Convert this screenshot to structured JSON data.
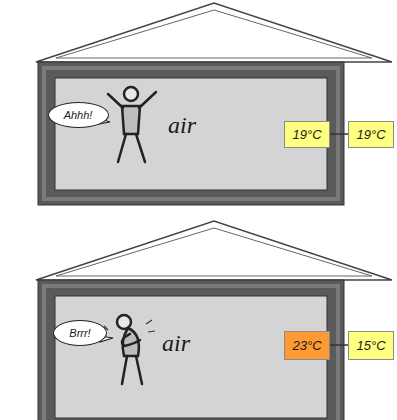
{
  "diagram": {
    "nodes": [
      {
        "text": [
          "Ahhh!"
        ]
      },
      {
        "text": [
          "19°C"
        ]
      },
      {
        "text": [
          "19°C"
        ]
      },
      {
        "text": [
          "Brrr!"
        ]
      },
      {
        "text": [
          "23°C"
        ]
      },
      {
        "text": [
          "15°C"
        ]
      }
    ],
    "edges": [
      {
        "from": 1,
        "to": 2,
        "arrow": "none"
      },
      {
        "from": 4,
        "to": 5,
        "arrow": "none"
      }
    ],
    "labels": [
      "air",
      "air"
    ]
  }
}
